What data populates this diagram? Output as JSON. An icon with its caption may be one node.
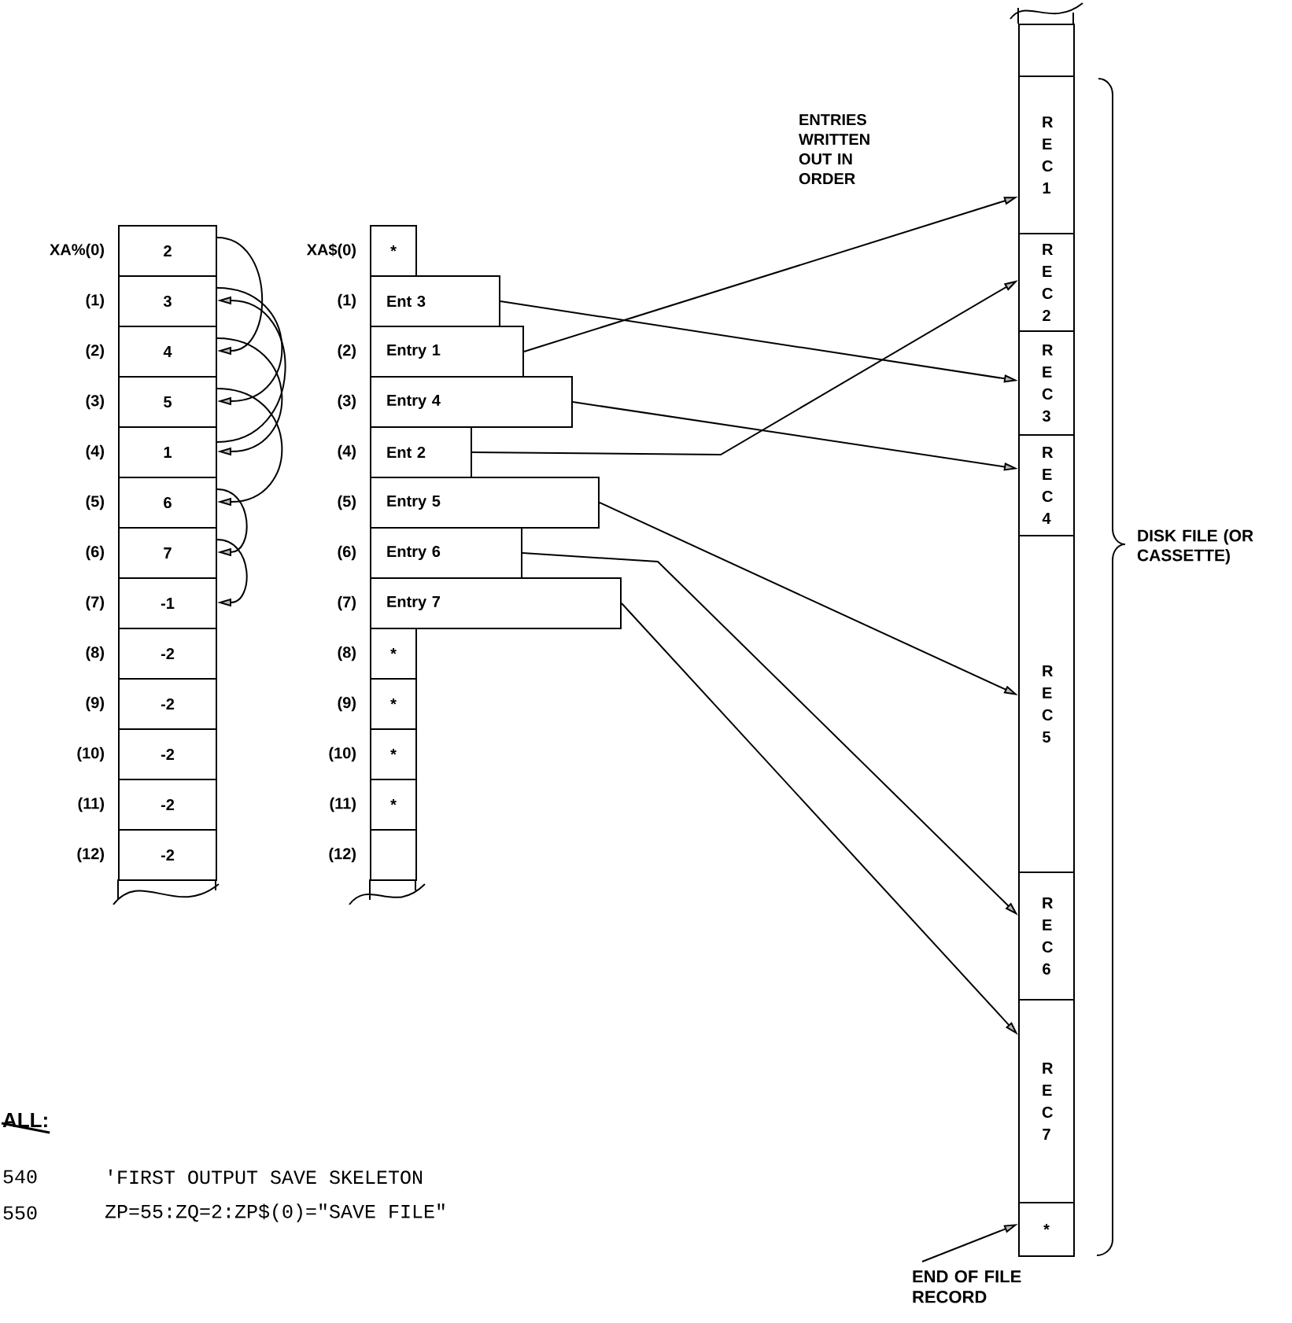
{
  "diagram": {
    "nodes": [
      {
        "text": [
          "2"
        ],
        "beside": [
          "XA%(0)"
        ]
      },
      {
        "text": [
          "3"
        ],
        "beside": [
          "(1)"
        ]
      },
      {
        "text": [
          "4"
        ],
        "beside": [
          "(2)"
        ]
      },
      {
        "text": [
          "5"
        ],
        "beside": [
          "(3)"
        ]
      },
      {
        "text": [
          "1"
        ],
        "beside": [
          "(4)"
        ]
      },
      {
        "text": [
          "6"
        ],
        "beside": [
          "(5)"
        ]
      },
      {
        "text": [
          "7"
        ],
        "beside": [
          "(6)"
        ]
      },
      {
        "text": [
          "-1"
        ],
        "beside": [
          "(7)"
        ]
      },
      {
        "text": [
          "-2"
        ],
        "beside": [
          "(8)"
        ]
      },
      {
        "text": [
          "-2"
        ],
        "beside": [
          "(9)"
        ]
      },
      {
        "text": [
          "-2"
        ],
        "beside": [
          "(10)"
        ]
      },
      {
        "text": [
          "-2"
        ],
        "beside": [
          "(11)"
        ]
      },
      {
        "text": [
          "-2"
        ],
        "beside": [
          "(12)"
        ]
      },
      {
        "text": [
          "*"
        ],
        "beside": [
          "XA$(0)"
        ]
      },
      {
        "text": [
          "Ent 3"
        ],
        "beside": [
          "(1)"
        ]
      },
      {
        "text": [
          "Entry 1"
        ],
        "beside": [
          "(2)"
        ]
      },
      {
        "text": [
          "Entry 4"
        ],
        "beside": [
          "(3)"
        ]
      },
      {
        "text": [
          "Ent 2"
        ],
        "beside": [
          "(4)"
        ]
      },
      {
        "text": [
          "Entry 5"
        ],
        "beside": [
          "(5)"
        ]
      },
      {
        "text": [
          "Entry 6"
        ],
        "beside": [
          "(6)"
        ]
      },
      {
        "text": [
          "Entry 7"
        ],
        "beside": [
          "(7)"
        ]
      },
      {
        "text": [
          "*"
        ],
        "beside": [
          "(8)"
        ]
      },
      {
        "text": [
          "*"
        ],
        "beside": [
          "(9)"
        ]
      },
      {
        "text": [
          "*"
        ],
        "beside": [
          "(10)"
        ]
      },
      {
        "text": [
          "*"
        ],
        "beside": [
          "(11)"
        ]
      },
      {
        "text": [],
        "shape": "box",
        "beside": [
          "(12)"
        ]
      },
      {
        "text": [],
        "shape": "box"
      },
      {
        "text": [
          "R E C 1"
        ]
      },
      {
        "text": [
          "R E C 2"
        ]
      },
      {
        "text": [
          "R E C 3"
        ]
      },
      {
        "text": [
          "R E C 4"
        ]
      },
      {
        "text": [
          "R E C 5"
        ]
      },
      {
        "text": [
          "R E C 6"
        ]
      },
      {
        "text": [
          "R E C 7"
        ]
      },
      {
        "text": [
          "*"
        ]
      },
      {
        "text": [
          "END OF FILE RECORD"
        ]
      }
    ],
    "edges": [
      {
        "from": 0,
        "to": 2,
        "arrow": "to"
      },
      {
        "from": 1,
        "to": 3,
        "arrow": "to"
      },
      {
        "from": 2,
        "to": 4,
        "arrow": "to"
      },
      {
        "from": 3,
        "to": 5,
        "arrow": "to"
      },
      {
        "from": 4,
        "to": 1,
        "arrow": "to"
      },
      {
        "from": 5,
        "to": 6,
        "arrow": "to"
      },
      {
        "from": 6,
        "to": 7,
        "arrow": "to"
      },
      {
        "from": 15,
        "to": 27,
        "arrow": "to"
      },
      {
        "from": 17,
        "to": 28,
        "arrow": "to"
      },
      {
        "from": 14,
        "to": 29,
        "arrow": "to"
      },
      {
        "from": 16,
        "to": 30,
        "arrow": "to"
      },
      {
        "from": 18,
        "to": 31,
        "arrow": "to"
      },
      {
        "from": 19,
        "to": 32,
        "arrow": "to"
      },
      {
        "from": 20,
        "to": 33,
        "arrow": "to"
      },
      {
        "from": 35,
        "to": 34,
        "arrow": "to"
      }
    ],
    "labels": [
      "ENTRIES WRITTEN OUT IN ORDER",
      "DISK FILE (OR CASSETTE)",
      "ALL:",
      "540",
      "'FIRST OUTPUT SAVE SKELETON",
      "550",
      "ZP=55:ZQ=2:ZP$(0)=\"SAVE FILE\""
    ]
  }
}
